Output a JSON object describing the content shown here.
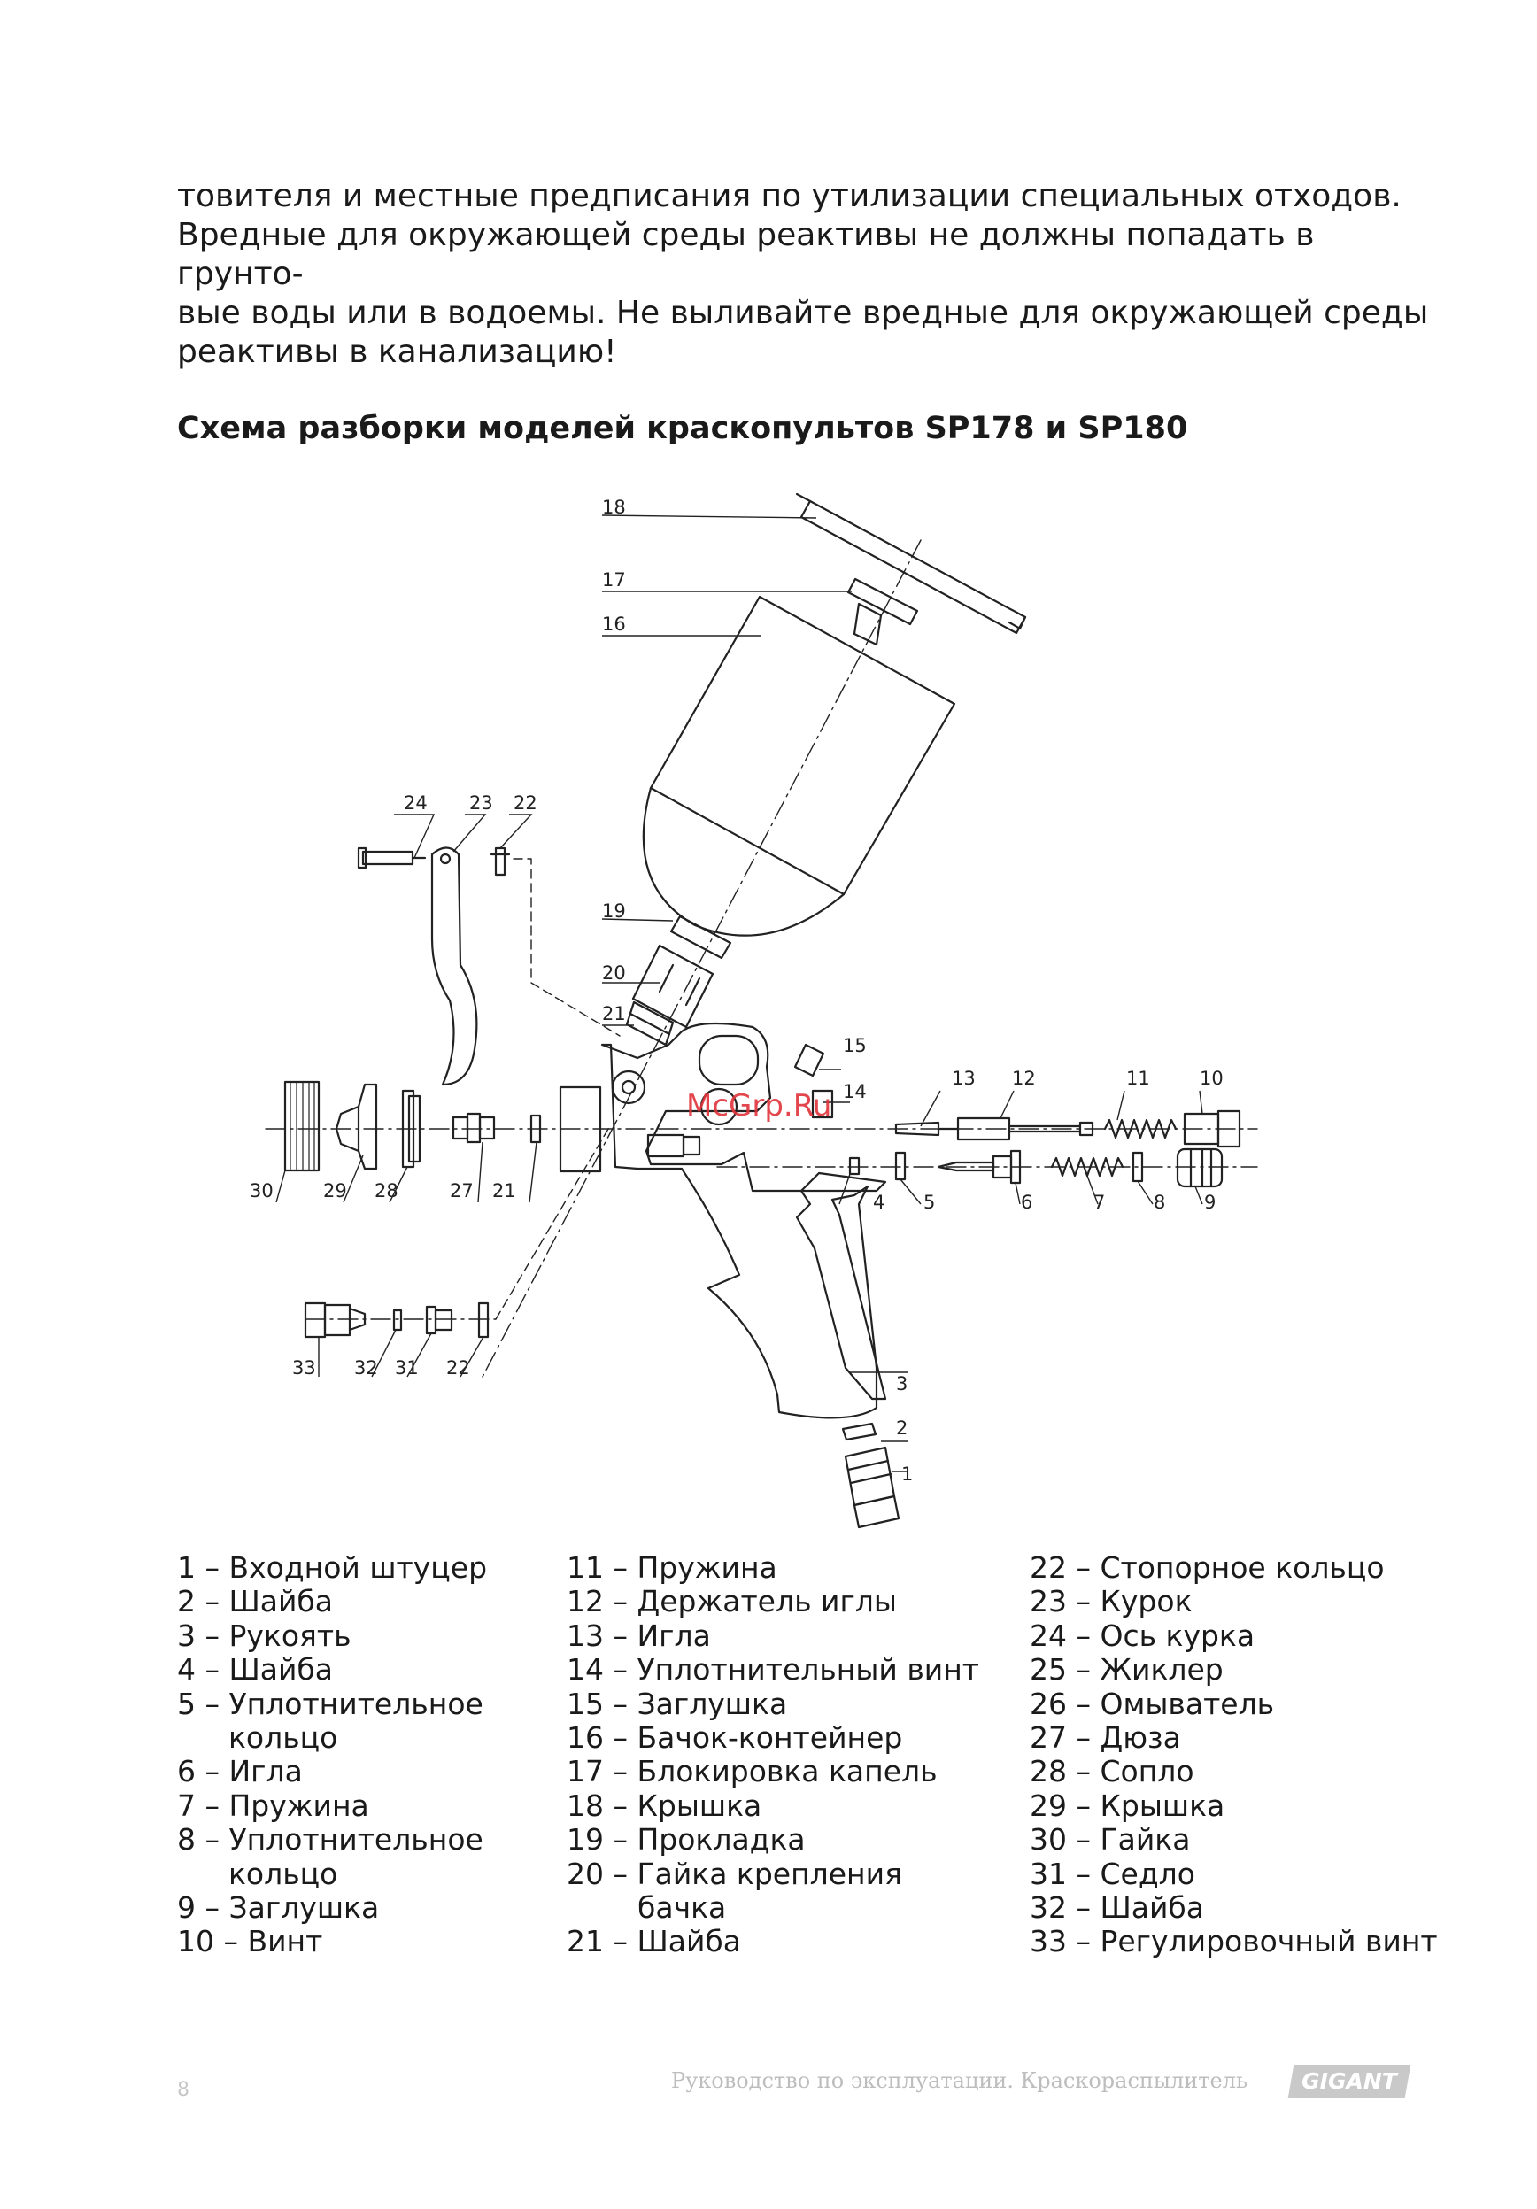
{
  "intro_lines": [
    "товителя и местные предписания по утилизации специальных отходов.",
    "Вредные для окружающей среды реактивы не должны попадать в грунто-",
    "вые воды или в водоемы. Не выливайте вредные для окружающей среды",
    "реактивы в канализацию!"
  ],
  "heading": "Схема разборки моделей краскопультов SP178 и SP180",
  "watermark": "McGrp.Ru",
  "callouts": [
    "1",
    "2",
    "3",
    "4",
    "5",
    "6",
    "7",
    "8",
    "9",
    "10",
    "11",
    "12",
    "13",
    "14",
    "15",
    "16",
    "17",
    "18",
    "19",
    "20",
    "21",
    "21",
    "22",
    "22",
    "23",
    "24",
    "27",
    "28",
    "29",
    "30",
    "31",
    "32",
    "33"
  ],
  "legend": {
    "col1": [
      {
        "text": "1 – Входной штуцер"
      },
      {
        "text": "2 – Шайба"
      },
      {
        "text": "3 – Рукоять"
      },
      {
        "text": "4 – Шайба"
      },
      {
        "text": "5 – Уплотнительное",
        "cont": "кольцо"
      },
      {
        "text": "6 – Игла"
      },
      {
        "text": "7 – Пружина"
      },
      {
        "text": "8 – Уплотнительное",
        "cont": "кольцо"
      },
      {
        "text": "9 – Заглушка"
      },
      {
        "text": "10 – Винт"
      }
    ],
    "col2": [
      {
        "text": "11 – Пружина"
      },
      {
        "text": "12 – Держатель иглы"
      },
      {
        "text": "13 – Игла"
      },
      {
        "text": "14 – Уплотнительный винт"
      },
      {
        "text": "15 – Заглушка"
      },
      {
        "text": "16 – Бачок-контейнер"
      },
      {
        "text": "17 – Блокировка капель"
      },
      {
        "text": "18 – Крышка"
      },
      {
        "text": "19 – Прокладка"
      },
      {
        "text": "20 – Гайка крепления",
        "cont": "бачка"
      },
      {
        "text": "21 – Шайба"
      }
    ],
    "col3": [
      {
        "text": "22 – Стопорное кольцо"
      },
      {
        "text": "23 – Курок"
      },
      {
        "text": "24 – Ось курка"
      },
      {
        "text": "25 – Жиклер"
      },
      {
        "text": "26 – Омыватель"
      },
      {
        "text": "27 – Дюза"
      },
      {
        "text": "28 – Сопло"
      },
      {
        "text": "29 – Крышка"
      },
      {
        "text": "30 – Гайка"
      },
      {
        "text": "31 – Седло"
      },
      {
        "text": "32 – Шайба"
      },
      {
        "text": "33 – Регулировочный винт"
      }
    ]
  },
  "footer": {
    "page_number": "8",
    "title": "Руководство по эксплуатации. Краскораспылитель",
    "logo": "GIGANT"
  }
}
